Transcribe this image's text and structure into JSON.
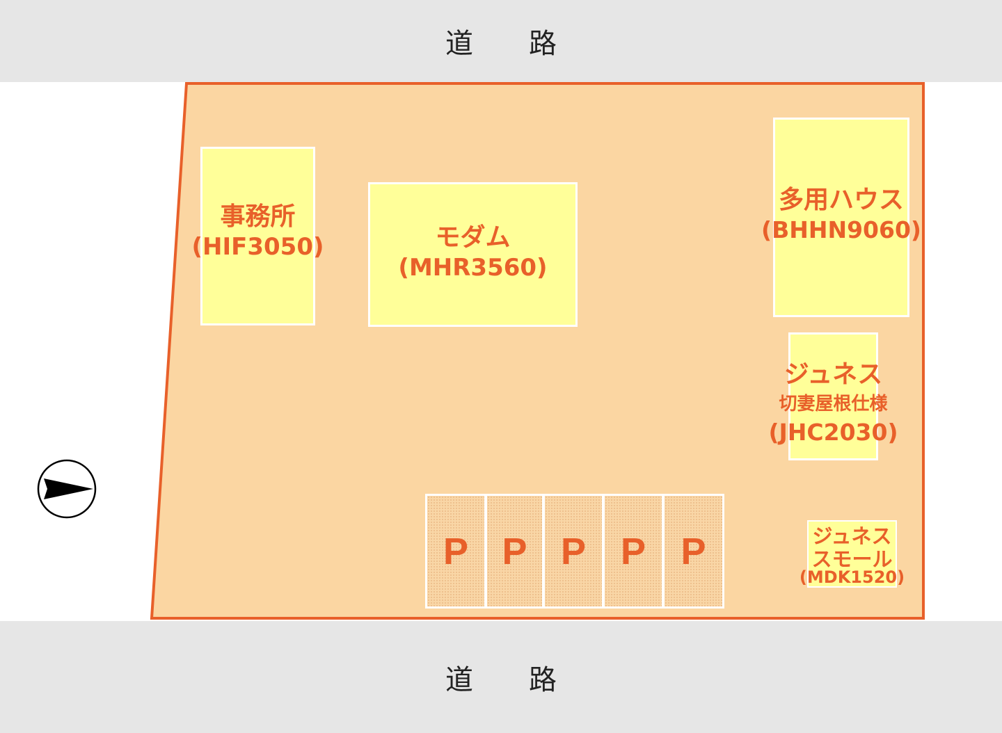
{
  "roads": {
    "top_label": "道　　路",
    "bottom_label": "道　　路"
  },
  "colors": {
    "road": "#e6e6e6",
    "lot_fill": "#fbd6a2",
    "lot_border": "#e8602a",
    "building_fill": "#ffff99",
    "label": "#e8602a"
  },
  "buildings": {
    "office": {
      "name": "事務所",
      "model": "(HIF3050)"
    },
    "modam": {
      "name": "モダム",
      "model": "(MHR3560)"
    },
    "multi": {
      "name": "多用ハウス",
      "model": "(BHHN9060)"
    },
    "junes": {
      "name": "ジュネス",
      "sub": "切妻屋根仕様",
      "model": "(JHC2030)"
    },
    "junes_small": {
      "name": "ジュネス",
      "sub": "スモール",
      "model": "(MDK1520)"
    }
  },
  "parking": {
    "label": "P",
    "count": 5
  },
  "compass": {
    "icon": "north-arrow-icon"
  }
}
